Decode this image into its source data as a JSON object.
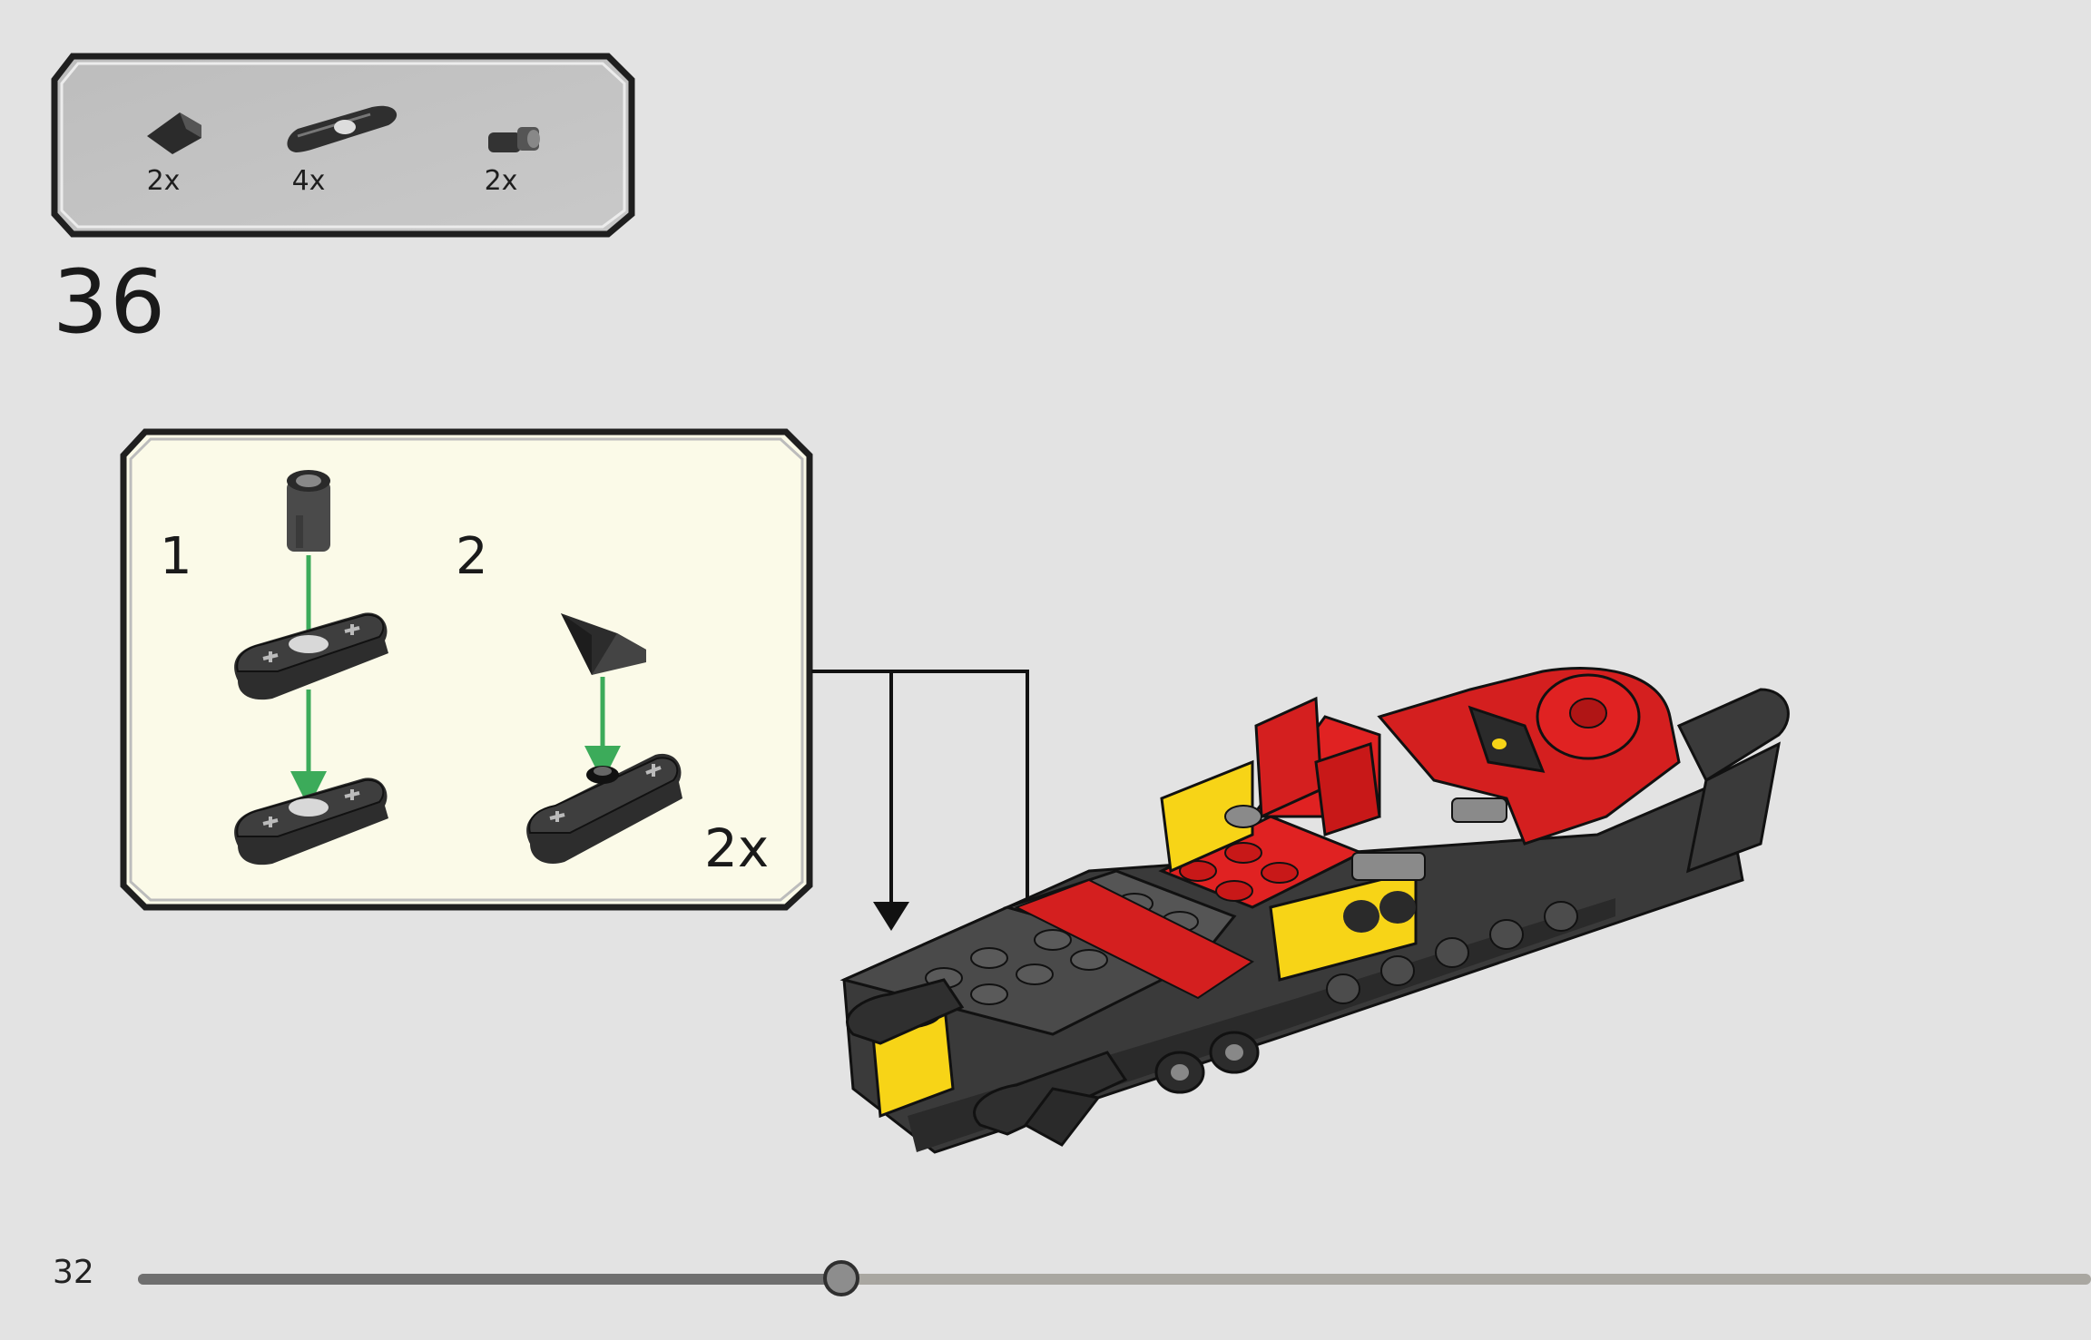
{
  "parts_list": {
    "items": [
      {
        "name": "slope-brick-icon",
        "qty": "2x"
      },
      {
        "name": "technic-beam-icon",
        "qty": "4x"
      },
      {
        "name": "connector-pin-icon",
        "qty": "2x"
      }
    ]
  },
  "step": {
    "number": "36"
  },
  "sub_assembly": {
    "sub_steps": [
      "1",
      "2"
    ],
    "multiplier": "2x"
  },
  "footer": {
    "page_number": "32",
    "progress_fraction": 0.36
  },
  "colors": {
    "background": "#e3e3e3",
    "callout_background": "#fbfae8",
    "arrow_green": "#3cab5a",
    "brick_red": "#d41f1f",
    "brick_yellow": "#f7d417",
    "brick_dark": "#3a3a3a"
  }
}
